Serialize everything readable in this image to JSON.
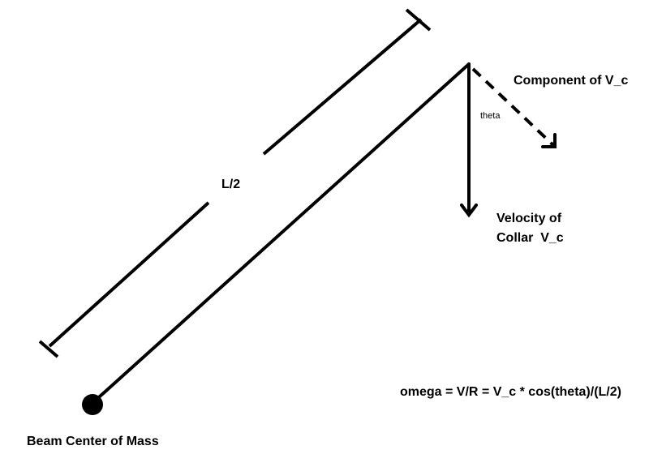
{
  "labels": {
    "length": "L/2",
    "component": "Component of V_c",
    "theta": "theta",
    "velocity_line1": "Velocity of",
    "velocity_line2": "Collar  V_c",
    "equation": "omega = V/R = V_c * cos(theta)/(L/2)",
    "center_of_mass": "Beam Center of Mass"
  },
  "colors": {
    "ink": "#000000",
    "background": "#ffffff"
  }
}
